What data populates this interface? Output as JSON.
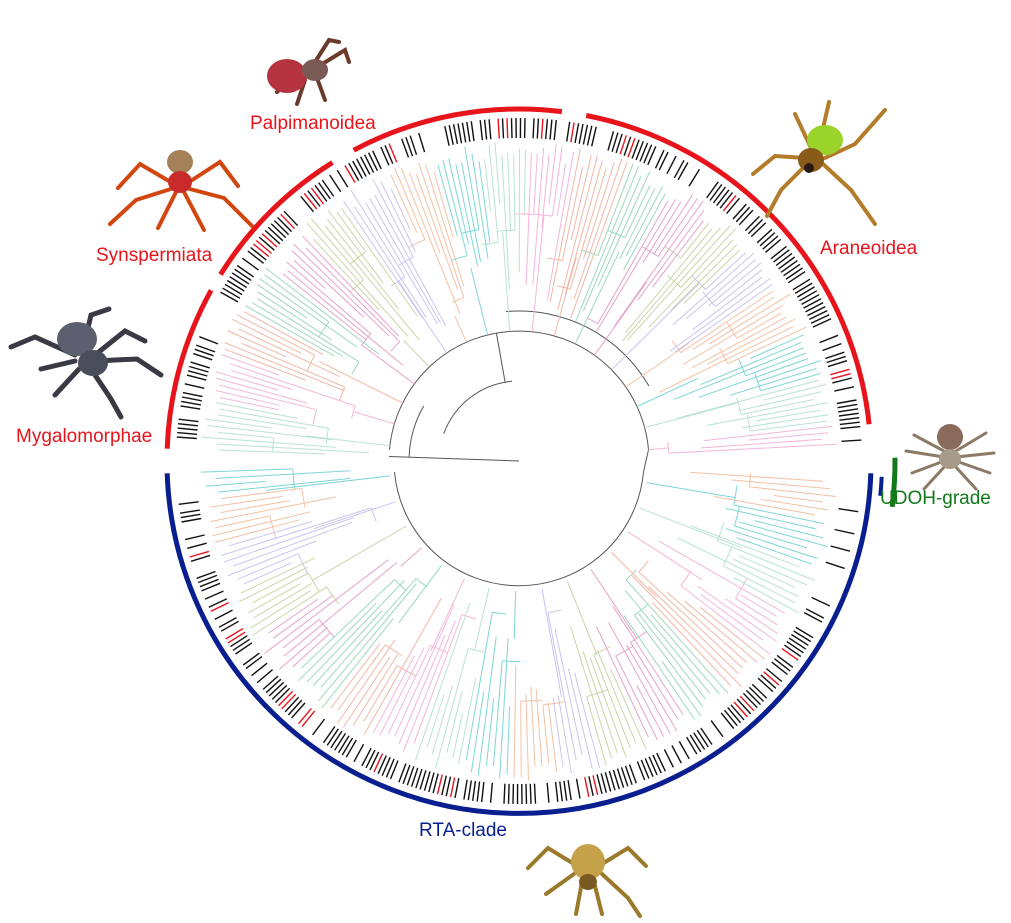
{
  "figure": {
    "clades": [
      {
        "id": "palpimanoidea",
        "label": "Palpimanoidea",
        "color": "#e8141b"
      },
      {
        "id": "synspermiata",
        "label": "Synspermiata",
        "color": "#e8141b"
      },
      {
        "id": "araneoidea",
        "label": "Araneoidea",
        "color": "#e8141b"
      },
      {
        "id": "mygalomorphae",
        "label": "Mygalomorphae",
        "color": "#e8141b"
      },
      {
        "id": "udoh",
        "label": "UDOH-grade",
        "color": "#137a1a"
      },
      {
        "id": "rta",
        "label": "RTA-clade",
        "color": "#0a1f8f"
      }
    ],
    "tree_palette": [
      "#f3b6d8",
      "#b9e3d2",
      "#7fd6d6",
      "#f4c1a4",
      "#cbc4ee",
      "#c9d6a8",
      "#e6a3c9",
      "#9cd9b9",
      "#f0b8a8"
    ],
    "mark_colors": {
      "black": "#111111",
      "red": "#e8141b"
    },
    "icons": [
      "spider-palpimanoidea-icon",
      "spider-synspermiata-icon",
      "spider-araneoidea-icon",
      "spider-mygalomorphae-icon",
      "spider-udoh-icon",
      "spider-rta-icon"
    ]
  }
}
